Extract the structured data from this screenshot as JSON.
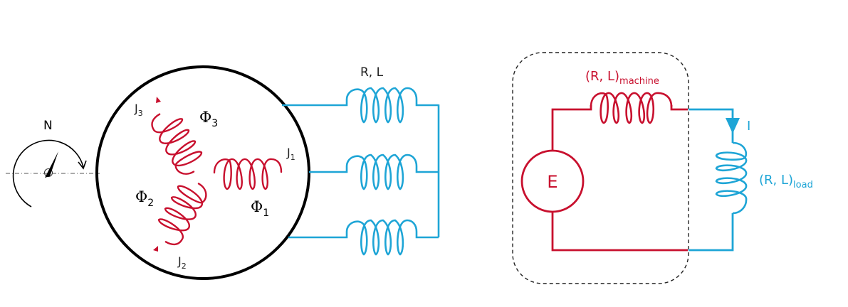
{
  "colors": {
    "rotor": "#000000",
    "winding": "#c8102e",
    "grid": "#1ea5d6",
    "boundary": "#222222"
  },
  "left_diagram": {
    "speed_label": "N",
    "windings": [
      {
        "current": "J",
        "current_sub": "1",
        "flux": "Φ",
        "flux_sub": "1"
      },
      {
        "current": "J",
        "current_sub": "2",
        "flux": "Φ",
        "flux_sub": "2"
      },
      {
        "current": "J",
        "current_sub": "3",
        "flux": "Φ",
        "flux_sub": "3"
      }
    ],
    "line_impedance_label": "R, L"
  },
  "right_diagram": {
    "source_label": "E",
    "machine_impedance": {
      "main": "(R, L)",
      "sub": "machine"
    },
    "load_impedance": {
      "main": "(R, L)",
      "sub": "load"
    },
    "current_label": "I"
  }
}
